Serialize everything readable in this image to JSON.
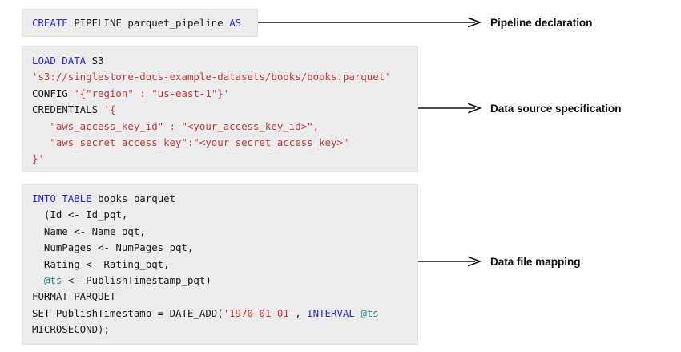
{
  "diagram": {
    "title": "SingleStore CREATE PIPELINE parquet example annotated",
    "background_color": "#ffffff",
    "code_block_background": "#ececec",
    "syntax_colors": {
      "keyword": "#2b2bd8",
      "string": "#c5383b",
      "variable": "#2e8b8b",
      "plain": "#1c1c1c"
    },
    "arrow_color": "#111111"
  },
  "blocks": [
    {
      "id": "pipeline-declaration",
      "lines": [
        [
          {
            "t": "CREATE",
            "c": "kw"
          },
          {
            "t": " PIPELINE parquet_pipeline ",
            "c": "pl"
          },
          {
            "t": "AS",
            "c": "kw"
          }
        ]
      ],
      "annotation": "Pipeline declaration"
    },
    {
      "id": "data-source-specification",
      "lines": [
        [
          {
            "t": "LOAD DATA",
            "c": "kw"
          },
          {
            "t": " S3",
            "c": "pl"
          }
        ],
        [
          {
            "t": "'s3://singlestore-docs-example-datasets/books/books.parquet'",
            "c": "str"
          }
        ],
        [
          {
            "t": "CONFIG ",
            "c": "pl"
          },
          {
            "t": "'{\"region\" : \"us-east-1\"}'",
            "c": "str"
          }
        ],
        [
          {
            "t": "CREDENTIALS ",
            "c": "pl"
          },
          {
            "t": "'{",
            "c": "str"
          }
        ],
        [
          {
            "t": "   \"aws_access_key_id\" : \"<your_access_key_id>\",",
            "c": "str"
          }
        ],
        [
          {
            "t": "   \"aws_secret_access_key\":\"<your_secret_access_key>\"",
            "c": "str"
          }
        ],
        [
          {
            "t": "}'",
            "c": "str"
          }
        ]
      ],
      "annotation": "Data source specification"
    },
    {
      "id": "data-file-mapping",
      "lines": [
        [
          {
            "t": "INTO TABLE",
            "c": "kw"
          },
          {
            "t": " books_parquet",
            "c": "pl"
          }
        ],
        [
          {
            "t": "  (Id <- Id_pqt,",
            "c": "pl"
          }
        ],
        [
          {
            "t": "  Name <- Name_pqt,",
            "c": "pl"
          }
        ],
        [
          {
            "t": "  NumPages <- NumPages_pqt,",
            "c": "pl"
          }
        ],
        [
          {
            "t": "  Rating <- Rating_pqt,",
            "c": "pl"
          }
        ],
        [
          {
            "t": "  ",
            "c": "pl"
          },
          {
            "t": "@ts",
            "c": "var"
          },
          {
            "t": " <- PublishTimestamp_pqt)",
            "c": "pl"
          }
        ],
        [
          {
            "t": "FORMAT PARQUET",
            "c": "pl"
          }
        ],
        [
          {
            "t": "SET PublishTimestamp = DATE_ADD(",
            "c": "pl"
          },
          {
            "t": "'1970-01-01'",
            "c": "str"
          },
          {
            "t": ", ",
            "c": "pl"
          },
          {
            "t": "INTERVAL",
            "c": "kw"
          },
          {
            "t": " ",
            "c": "pl"
          },
          {
            "t": "@ts",
            "c": "var"
          }
        ],
        [
          {
            "t": "MICROSECOND);",
            "c": "pl"
          }
        ]
      ],
      "annotation": "Data file mapping"
    }
  ],
  "annotations": [
    {
      "label": "Pipeline declaration"
    },
    {
      "label": "Data source specification"
    },
    {
      "label": "Data file mapping"
    }
  ]
}
